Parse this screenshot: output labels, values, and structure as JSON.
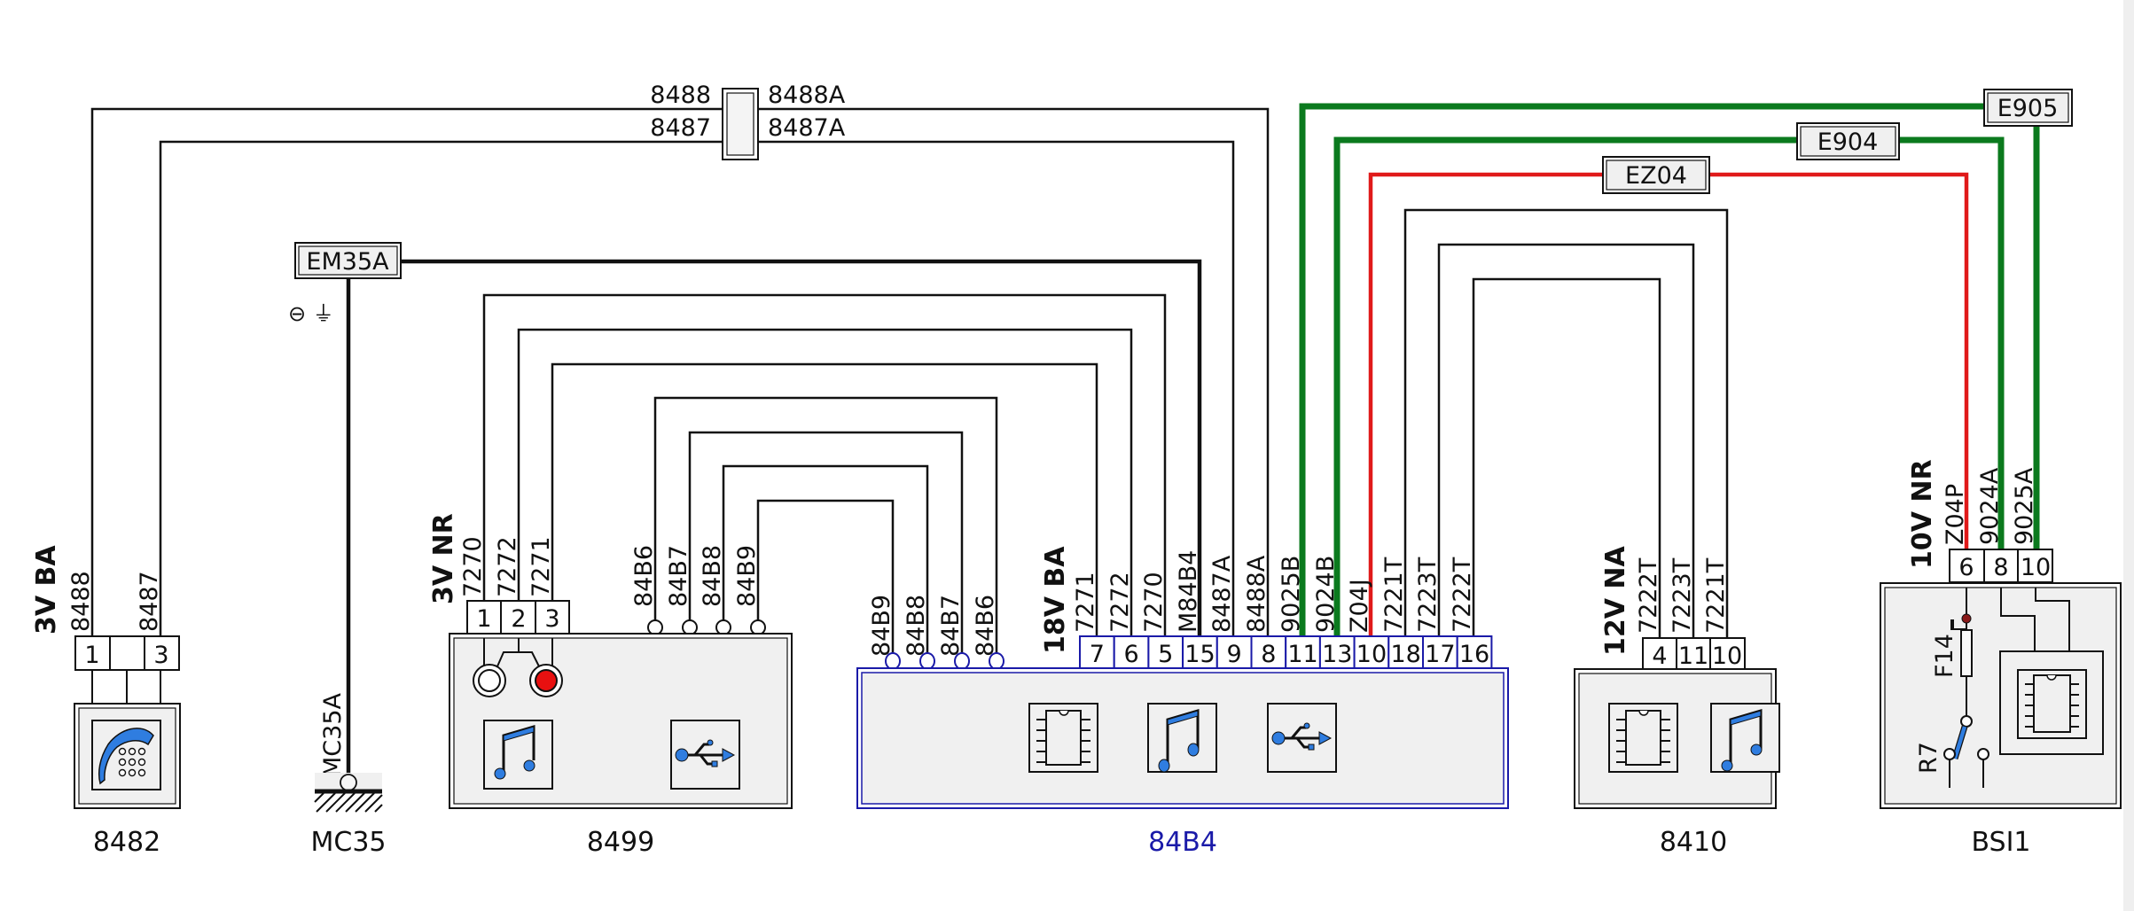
{
  "diagram": {
    "type": "automotive wiring schematic",
    "colors": {
      "wire_black": "#111111",
      "wire_green": "#0b7a1e",
      "wire_red": "#e01a1a",
      "module_fill": "#f0f0f0",
      "highlight_blue": "#1a1aa8",
      "icon_blue": "#2f7de0",
      "jack_red": "#e81010",
      "fuse_dot": "#8b1a1a"
    },
    "junction_labels": {
      "em35a": "EM35A",
      "e905": "E905",
      "e904": "E904",
      "ez04": "EZ04",
      "ground_symbol": "⊖ ⏚"
    },
    "splice": {
      "left_top": "8488",
      "left_bottom": "8487",
      "right_top": "8488A",
      "right_bottom": "8487A"
    },
    "modules": [
      {
        "id": "8482",
        "name": "8482",
        "icon": "telephone-icon",
        "connector": {
          "spec": "3V BA",
          "pins": [
            "1",
            "",
            "3"
          ],
          "wires": [
            "8488",
            "",
            "8487"
          ]
        }
      },
      {
        "id": "MC35",
        "name": "MC35",
        "icon": "ground-icon",
        "wire": "MC35A"
      },
      {
        "id": "8499",
        "name": "8499",
        "icons": [
          "audio-jack-icon",
          "music-note-icon",
          "usb-icon"
        ],
        "connector": {
          "spec": "3V NR",
          "pins": [
            "1",
            "2",
            "3"
          ],
          "wires": [
            "7270",
            "7272",
            "7271"
          ]
        },
        "direct_pins": [
          "84B6",
          "84B7",
          "84B8",
          "84B9"
        ]
      },
      {
        "id": "84B4",
        "name": "84B4",
        "highlighted": true,
        "icons": [
          "chip-icon",
          "music-note-icon",
          "usb-icon"
        ],
        "direct_pins": [
          "84B9",
          "84B8",
          "84B7",
          "84B6"
        ],
        "connector": {
          "spec": "18V BA",
          "pins": [
            "7",
            "6",
            "5",
            "15",
            "9",
            "8",
            "11",
            "13",
            "10",
            "18",
            "17",
            "16"
          ],
          "wires": [
            "7271",
            "7272",
            "7270",
            "M84B4",
            "8487A",
            "8488A",
            "9025B",
            "9024B",
            "Z04J",
            "7221T",
            "7223T",
            "7222T"
          ]
        }
      },
      {
        "id": "8410",
        "name": "8410",
        "icons": [
          "chip-icon",
          "music-note-icon"
        ],
        "connector": {
          "spec": "12V NA",
          "pins": [
            "4",
            "11",
            "10"
          ],
          "wires": [
            "7222T",
            "7223T",
            "7221T"
          ]
        }
      },
      {
        "id": "BSI1",
        "name": "BSI1",
        "icons": [
          "fuse-icon",
          "relay-switch-icon",
          "chip-icon"
        ],
        "fuse_label": "F14",
        "relay_label": "R7",
        "connector": {
          "spec": "10V NR",
          "pins": [
            "6",
            "8",
            "10"
          ],
          "wires": [
            "Z04P",
            "9024A",
            "9025A"
          ]
        }
      }
    ]
  }
}
